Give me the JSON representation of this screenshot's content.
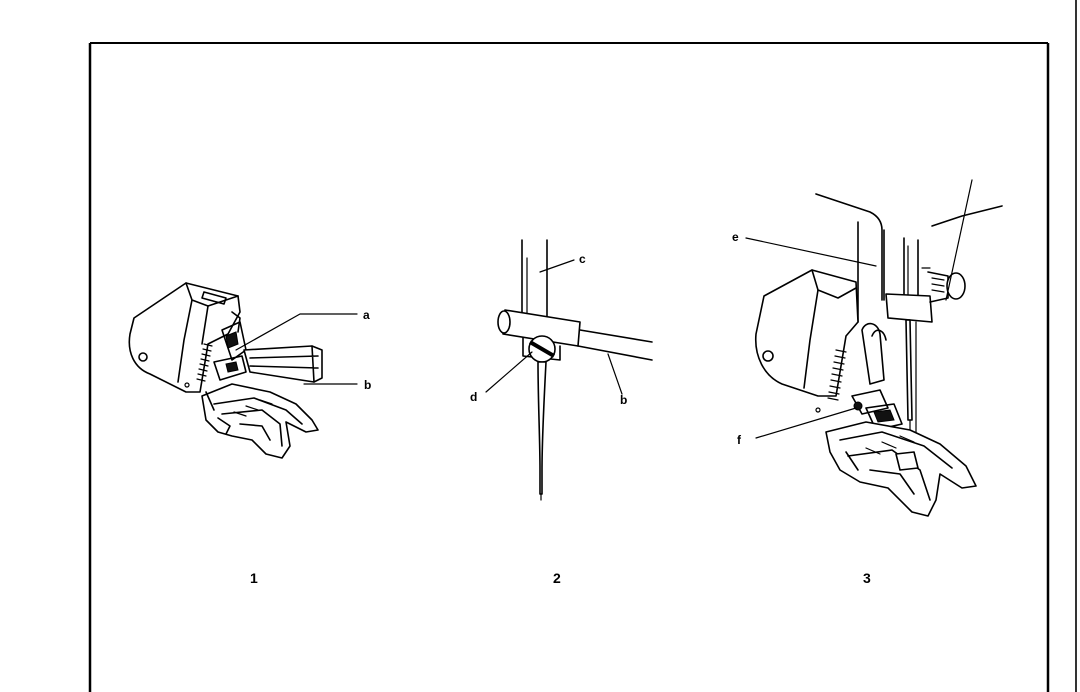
{
  "figures": [
    {
      "number": "1",
      "labels": {
        "a": "a",
        "b": "b"
      }
    },
    {
      "number": "2",
      "labels": {
        "c": "c",
        "d": "d",
        "b": "b"
      }
    },
    {
      "number": "3",
      "labels": {
        "e": "e",
        "f": "f"
      }
    }
  ]
}
